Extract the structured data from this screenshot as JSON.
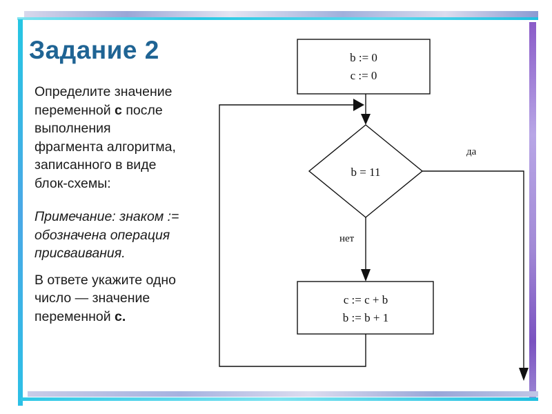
{
  "title": "Задание 2",
  "task": {
    "p1_line1": "Определите значение",
    "p1_line2_before": "переменной ",
    "p1_var": "с",
    "p1_line2_after": " после",
    "p1_line3": "выполнения",
    "p1_line4": "фрагмента алгоритма,",
    "p1_line5": "записанного в виде",
    "p1_line6": "блок-схемы:",
    "note_line1": "Примечание: знаком :=",
    "note_line2": "обозначена операция",
    "note_line3": "присваивания.",
    "answer_line1": "В ответе укажите одно",
    "answer_line2": "число — значение",
    "answer_line3_before": "переменной ",
    "answer_var": "с."
  },
  "flowchart": {
    "init_line1": "b := 0",
    "init_line2": "c := 0",
    "condition": "b = 11",
    "yes_label": "да",
    "no_label": "нет",
    "body_line1": "c := c + b",
    "body_line2": "b := b + 1"
  },
  "colors": {
    "title": "#1f6494",
    "accent_cyan": "#29c8e4",
    "accent_purple": "#8a5bc8"
  }
}
